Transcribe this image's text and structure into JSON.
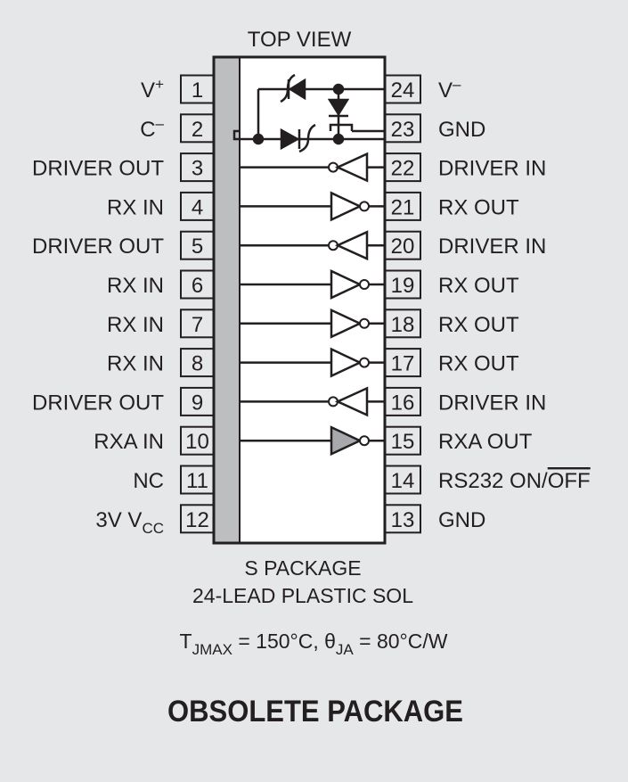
{
  "top_view": "TOP VIEW",
  "left_pins": [
    {
      "num": "1",
      "label": "V",
      "sup": "+"
    },
    {
      "num": "2",
      "label": "C",
      "sup": "–"
    },
    {
      "num": "3",
      "label": "DRIVER OUT"
    },
    {
      "num": "4",
      "label": "RX IN"
    },
    {
      "num": "5",
      "label": "DRIVER OUT"
    },
    {
      "num": "6",
      "label": "RX IN"
    },
    {
      "num": "7",
      "label": "RX IN"
    },
    {
      "num": "8",
      "label": "RX IN"
    },
    {
      "num": "9",
      "label": "DRIVER OUT"
    },
    {
      "num": "10",
      "label": "RXA IN"
    },
    {
      "num": "11",
      "label": "NC"
    },
    {
      "num": "12",
      "label": "3V V",
      "sub": "CC"
    }
  ],
  "right_pins": [
    {
      "num": "24",
      "label": "V",
      "sup": "–"
    },
    {
      "num": "23",
      "label": "GND"
    },
    {
      "num": "22",
      "label": "DRIVER IN"
    },
    {
      "num": "21",
      "label": "RX OUT"
    },
    {
      "num": "20",
      "label": "DRIVER IN"
    },
    {
      "num": "19",
      "label": "RX OUT"
    },
    {
      "num": "18",
      "label": "RX OUT"
    },
    {
      "num": "17",
      "label": "RX OUT"
    },
    {
      "num": "16",
      "label": "DRIVER IN"
    },
    {
      "num": "15",
      "label": "RXA OUT"
    },
    {
      "num": "14",
      "label": "RS232 ON/",
      "overline": "OFF"
    },
    {
      "num": "13",
      "label": "GND"
    }
  ],
  "package_line1": "S PACKAGE",
  "package_line2": "24-LEAD PLASTIC SOL",
  "thermal": {
    "t_sym": "T",
    "t_sub": "JMAX",
    "t_val": " = 150°C, ",
    "theta_sym": "θ",
    "theta_sub": "JA",
    "theta_val": " = 80°C/W"
  },
  "obsolete": "OBSOLETE PACKAGE",
  "signal_rows": [
    {
      "left": "3",
      "right": "22",
      "kind": "driver"
    },
    {
      "left": "4",
      "right": "21",
      "kind": "receiver"
    },
    {
      "left": "5",
      "right": "20",
      "kind": "driver"
    },
    {
      "left": "6",
      "right": "19",
      "kind": "receiver"
    },
    {
      "left": "7",
      "right": "18",
      "kind": "receiver"
    },
    {
      "left": "8",
      "right": "17",
      "kind": "receiver"
    },
    {
      "left": "9",
      "right": "16",
      "kind": "driver"
    },
    {
      "left": "10",
      "right": "15",
      "kind": "receiver-shaded"
    }
  ],
  "colors": {
    "ink": "#231f20",
    "background": "#e6e7e8",
    "package_fill": "#ffffff",
    "strip_fill": "#bcbec0",
    "rxa_fill": "#a7a9ac"
  }
}
